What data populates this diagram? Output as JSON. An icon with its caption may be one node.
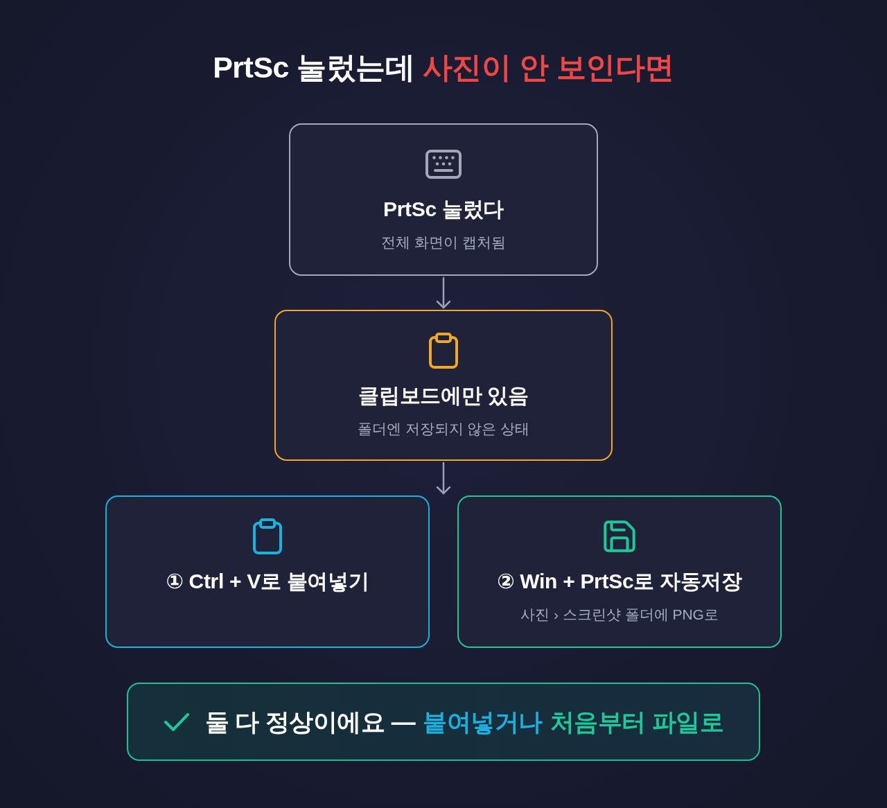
{
  "diagram": {
    "title": "PrtSc 눌렀는데 **사진이 안 보인다면**",
    "nodes": [
      {
        "text": [
          "PrtSc 눌렀다",
          "전체 화면이 캡처됨"
        ]
      },
      {
        "text": [
          "클립보드에만 있음",
          "폴더엔 저장되지 않은 상태"
        ]
      },
      {
        "text": [
          "① Ctrl + V로 붙여넣기"
        ]
      },
      {
        "text": [
          "② Win + PrtSc로 자동저장",
          "사진 › 스크린샷 폴더에 PNG로"
        ]
      },
      {
        "text": [
          "둘 다 정상이에요 —",
          "붙여넣거나",
          "처음부터 파일로"
        ]
      }
    ],
    "edges": [
      {
        "from": 0,
        "to": 1,
        "arrow": "to"
      },
      {
        "from": 1,
        "to": 2,
        "arrow": "to"
      },
      {
        "from": 1,
        "to": 3,
        "arrow": "to"
      }
    ]
  }
}
